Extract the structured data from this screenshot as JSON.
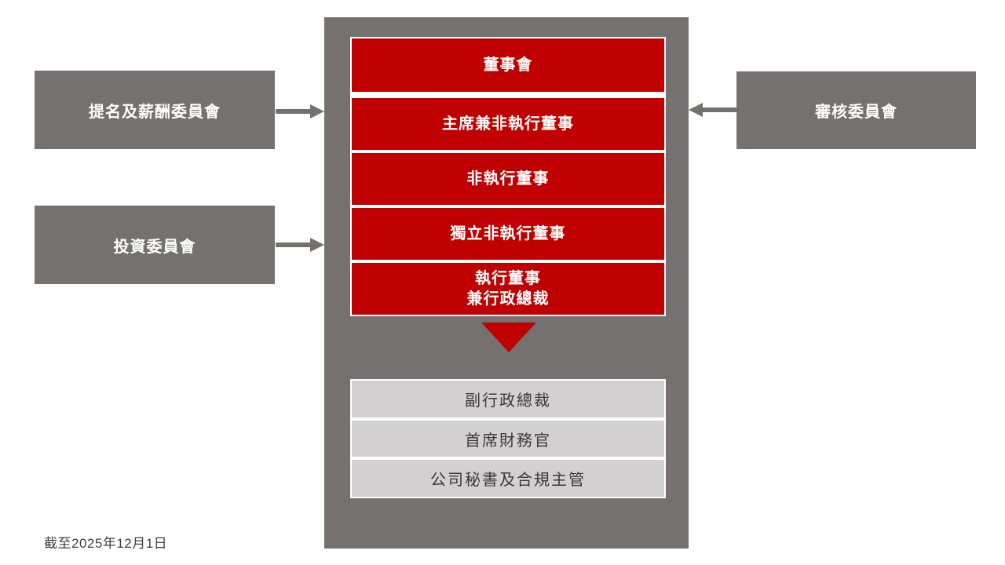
{
  "diagram": {
    "type": "org-chart",
    "language": "zh-Hant"
  },
  "colors": {
    "panel_gray": "#767171",
    "board_red": "#C00000",
    "management_gray": "#D2D0D0",
    "separator_white": "#FFFFFF",
    "dark_text": "#3B3838",
    "footer_text": "#404040"
  },
  "committees": {
    "left": [
      {
        "label": "提名及薪酬委員會"
      },
      {
        "label": "投資委員會"
      }
    ],
    "right": [
      {
        "label": "審核委員會"
      }
    ]
  },
  "board_stack": {
    "levels": [
      {
        "label": "董事會"
      },
      {
        "label": "主席兼非執行董事"
      },
      {
        "label": "非執行董事"
      },
      {
        "label": "獨立非執行董事"
      },
      {
        "label": "執行董事\n兼行政總裁"
      }
    ]
  },
  "management_stack": {
    "levels": [
      {
        "label": "副行政總裁"
      },
      {
        "label": "首席財務官"
      },
      {
        "label": "公司秘書及合規主管"
      }
    ]
  },
  "footer": {
    "as_of_date": "截至2025年12月1日"
  }
}
